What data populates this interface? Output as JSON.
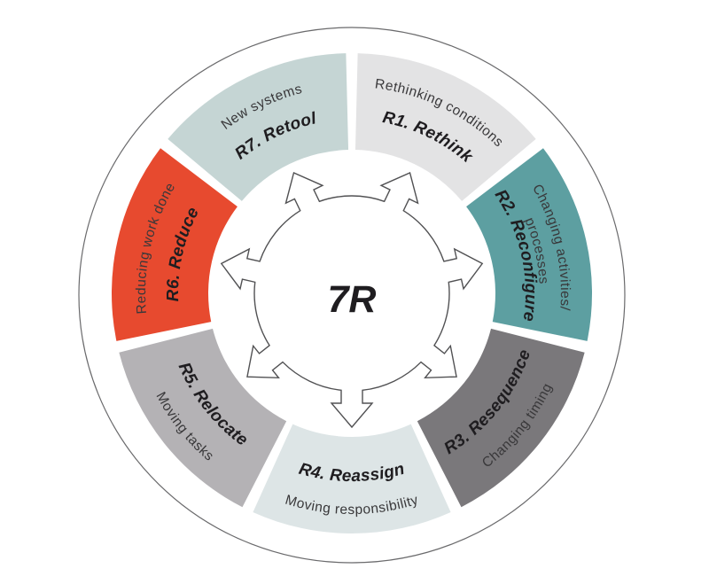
{
  "diagram": {
    "center_label": "7R",
    "segments": [
      {
        "id": "R1",
        "label": "R1. Rethink",
        "description": "Rethinking conditions",
        "description_lines": [
          "Rethinking conditions"
        ],
        "color": "#e3e3e4"
      },
      {
        "id": "R2",
        "label": "R2. Reconfigure",
        "description": "Changing activities/ processes",
        "description_lines": [
          "Changing activities/",
          "processes"
        ],
        "color": "#5d9fa1"
      },
      {
        "id": "R3",
        "label": "R3. Resequence",
        "description": "Changing timing",
        "description_lines": [
          "Changing timing"
        ],
        "color": "#7a787b"
      },
      {
        "id": "R4",
        "label": "R4. Reassign",
        "description": "Moving responsibility",
        "description_lines": [
          "Moving responsibility"
        ],
        "color": "#dde5e6"
      },
      {
        "id": "R5",
        "label": "R5. Relocate",
        "description": "Moving tasks",
        "description_lines": [
          "Moving tasks"
        ],
        "color": "#b4b2b5"
      },
      {
        "id": "R6",
        "label": "R6. Reduce",
        "description": "Reducing work done",
        "description_lines": [
          "Reducing work done"
        ],
        "color": "#e74a2f"
      },
      {
        "id": "R7",
        "label": "R7. Retool",
        "description": "New systems",
        "description_lines": [
          "New systems"
        ],
        "color": "#c5d5d4"
      }
    ],
    "colors": {
      "background": "#ffffff",
      "label_text": "#1f1d20",
      "description_text": "#39383a",
      "outline": "#6a6a6c",
      "gear_stroke": "#515153"
    }
  }
}
